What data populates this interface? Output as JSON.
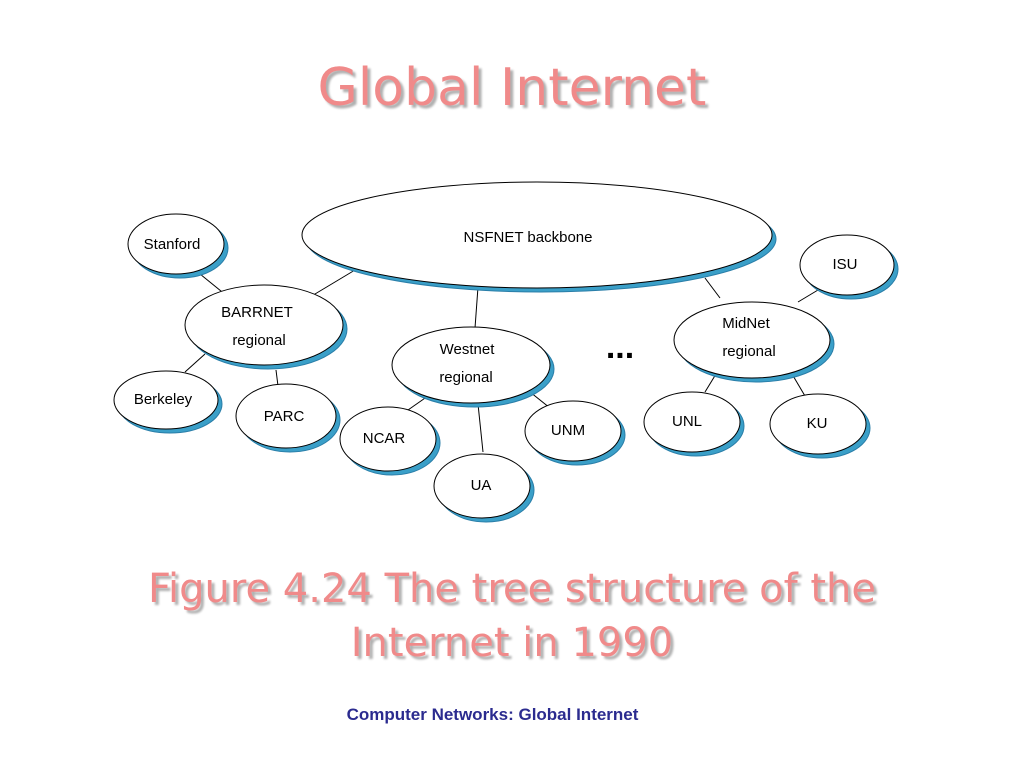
{
  "title": "Global Internet",
  "colors": {
    "title": "#f08a8a",
    "node_shadow": "#3a9fc8",
    "footer": "#2b2b8f"
  },
  "diagram": {
    "backbone": "NSFNET backbone",
    "regionals": {
      "barrnet": [
        "BARRNET",
        "regional"
      ],
      "westnet": [
        "Westnet",
        "regional"
      ],
      "midnet": [
        "MidNet",
        "regional"
      ]
    },
    "sites": {
      "stanford": "Stanford",
      "berkeley": "Berkeley",
      "parc": "PARC",
      "ncar": "NCAR",
      "ua": "UA",
      "unm": "UNM",
      "isu": "ISU",
      "unl": "UNL",
      "ku": "KU"
    },
    "ellipsis": "..."
  },
  "caption": {
    "line1": "Figure 4.24 The tree structure of the",
    "line2": "Internet in 1990"
  },
  "footer": "Computer Networks: Global Internet"
}
